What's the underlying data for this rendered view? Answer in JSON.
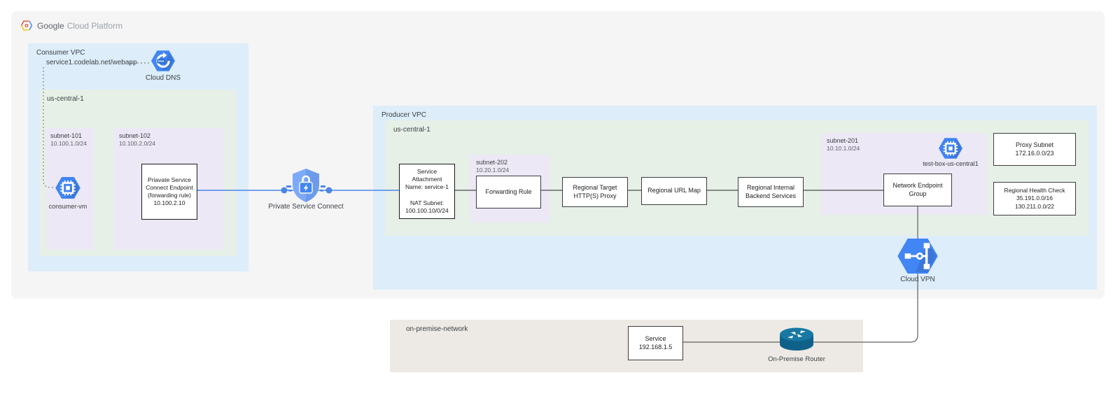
{
  "logo": {
    "brand": "Google",
    "product": "Cloud Platform"
  },
  "colors": {
    "accent_blue": "#4285f4",
    "line_blue": "#4a86e8",
    "vpc_fill": "#ddedfa",
    "region_fill": "#e6f0e7",
    "subnet_fill": "#ece8f5",
    "onprem_fill": "#edeae5",
    "canvas_fill": "#f5f5f6",
    "router_teal": "#16678f"
  },
  "consumer_vpc": {
    "label": "Consumer VPC",
    "dns_record": "service1.codelab.net/webapp",
    "cloud_dns_label": "Cloud\nDNS",
    "region_label": "us-central-1",
    "subnet_101": {
      "name": "subnet-101",
      "cidr": "10.100.1.0/24"
    },
    "consumer_vm_label": "consumer-vm",
    "subnet_102": {
      "name": "subnet-102",
      "cidr": "10.100.2.0/24"
    },
    "psc_endpoint_text": "Priavate Service\nConnect Endpoint\n(forwarding rule)\n10.100.2.10"
  },
  "psc": {
    "label": "Private Service Connect"
  },
  "producer_vpc": {
    "label": "Producer VPC",
    "region_label": "us-central-1",
    "service_attachment_text": "Service\nAttachment\nName: service-1\n\nNAT Subnet:\n100.100.10/0/24",
    "subnet_202": {
      "name": "subnet-202",
      "cidr": "10.20.1.0/24"
    },
    "forwarding_rule_label": "Forwarding Rule",
    "target_proxy_label": "Regional Target\nHTTP(S) Proxy",
    "url_map_label": "Regional URL Map",
    "backend_services_label": "Regional Internal\nBackend Services",
    "subnet_201": {
      "name": "subnet-201",
      "cidr": "10.10.1.0/24"
    },
    "neg_label": "Network Endpoint\nGroup",
    "test_box_label": "test-box-us-central1",
    "proxy_subnet_text": "Proxy Subnet\n172.16.0.0/23",
    "health_check_text": "Regional Health Check\n35.191.0.0/16\n130.211.0.0/22",
    "cloud_vpn_label": "Cloud VPN"
  },
  "on_premise": {
    "label": "on-premise-network",
    "service_text": "Service\n192.168.1.5",
    "router_label": "On-Premise Router"
  }
}
